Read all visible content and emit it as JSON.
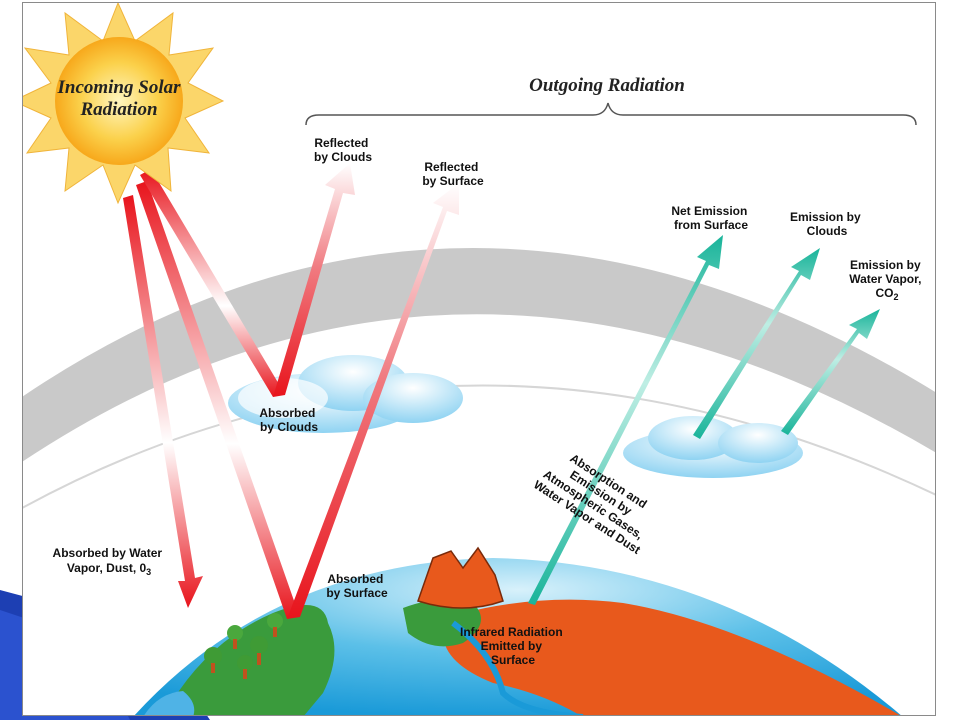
{
  "colors": {
    "slide_accent": "#1d3fb3",
    "shortwave_arrow": "#e8141c",
    "longwave_arrow": "#19b49a",
    "atmosphere_band": "#c9c9c9",
    "ocean": "#1a9ad8",
    "land": "#3a9b3c",
    "hot_land": "#e8591c",
    "sun": "#f7a81b"
  },
  "sun": {
    "title_line1": "Incoming Solar",
    "title_line2": "Radiation"
  },
  "outgoing": {
    "title": "Outgoing Radiation"
  },
  "labels": {
    "reflected_clouds": [
      "Reflected",
      "by Clouds"
    ],
    "reflected_surface": [
      "Reflected",
      "by Surface"
    ],
    "absorbed_clouds": [
      "Absorbed",
      "by Clouds"
    ],
    "absorbed_surface": [
      "Absorbed",
      "by Surface"
    ],
    "absorbed_water_line1": "Absorbed by Water",
    "absorbed_water_line2": "Vapor, Dust, 0",
    "absorbed_water_sub": "3",
    "net_emission": [
      "Net Emission",
      "from Surface"
    ],
    "emission_clouds": [
      "Emission by",
      "Clouds"
    ],
    "emission_water_line1": "Emission by",
    "emission_water_line2": "Water Vapor,",
    "emission_water_line3": "CO",
    "emission_water_sub": "2",
    "absorption_emission": [
      "Absorption and",
      "Emission by",
      "Atmospheric Gases,",
      "Water Vapor and Dust"
    ],
    "infrared": [
      "Infrared Radiation",
      "Emitted by",
      "Surface"
    ]
  }
}
